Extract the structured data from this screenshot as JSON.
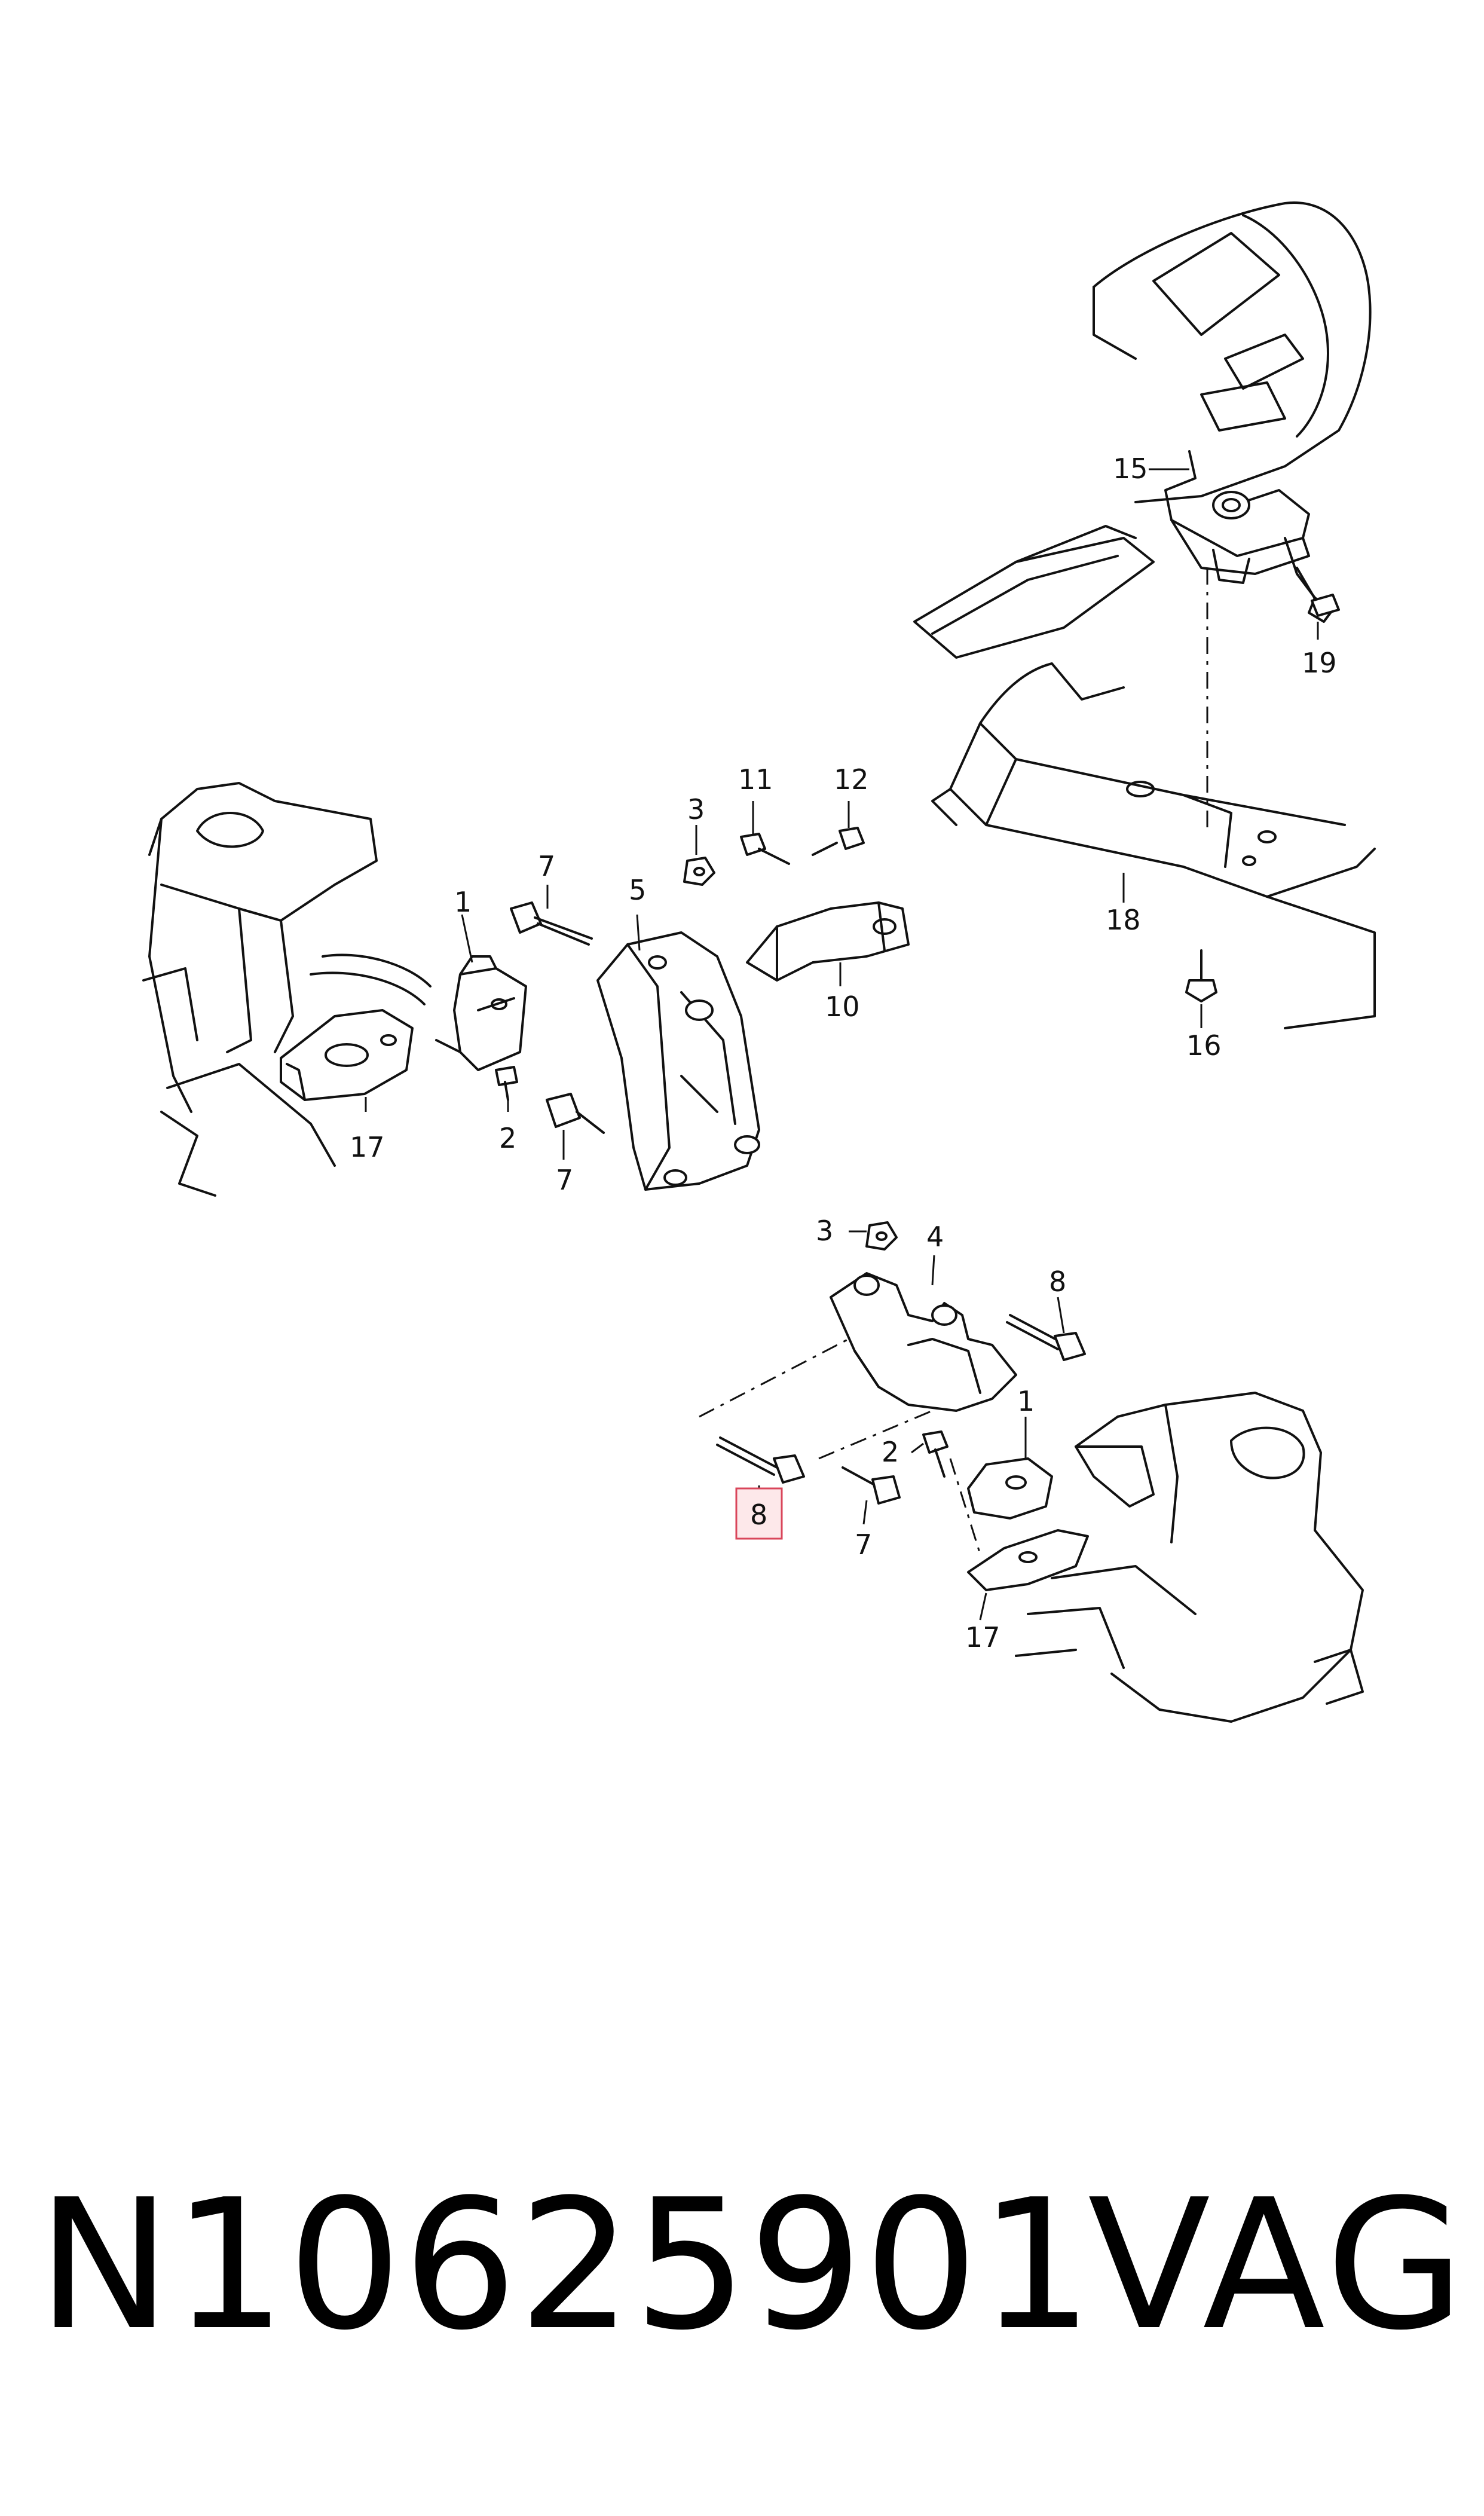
{
  "callouts": {
    "c1a": "1",
    "c2a": "2",
    "c3a": "3",
    "c5": "5",
    "c7a": "7",
    "c7b": "7",
    "c10": "10",
    "c11": "11",
    "c12": "12",
    "c17a": "17",
    "c15": "15",
    "c16": "16",
    "c18": "18",
    "c19": "19",
    "c3b": "3",
    "c4": "4",
    "c8a": "8",
    "c8b": "8",
    "c1b": "1",
    "c2b": "2",
    "c7c": "7",
    "c17b": "17"
  },
  "highlight_color": "#d9455a",
  "footer": {
    "part_number": "N10625901",
    "brand": "VAG"
  }
}
